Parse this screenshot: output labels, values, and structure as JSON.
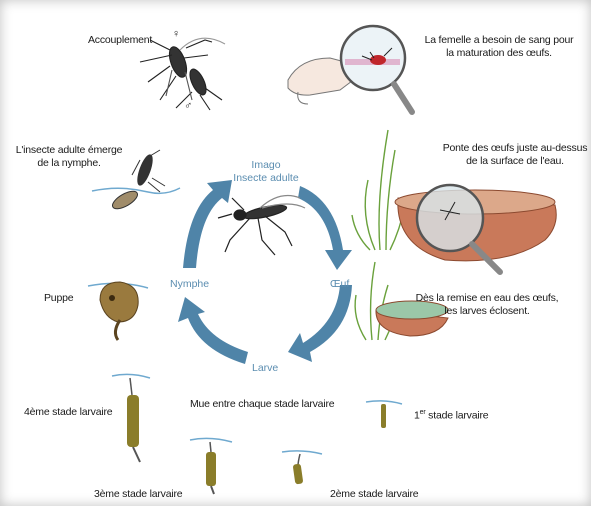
{
  "labels": {
    "mating": "Accouplement",
    "female_symbol": "♀",
    "male_symbol": "♂",
    "blood_line1": "La femelle a besoin de sang pour",
    "blood_line2": "la maturation des œufs.",
    "emerge_line1": "L'insecte adulte émerge",
    "emerge_line2": "de la nymphe.",
    "laying_line1": "Ponte des œufs juste au-dessus",
    "laying_line2": "de la surface de l'eau.",
    "hatch_line1": "Dès la remise en eau des œufs,",
    "hatch_line2": "les larves éclosent.",
    "pupa": "Puppe",
    "molt": "Mue entre chaque stade larvaire",
    "stage4": "4ème stade larvaire",
    "stage3": "3ème stade larvaire",
    "stage2": "2ème stade larvaire",
    "stage1_num": "1",
    "stage1_sup": "er",
    "stage1_text": " stade larvaire"
  },
  "cycle": {
    "imago_line1": "Imago",
    "imago_line2": "Insecte adulte",
    "egg": "Œuf",
    "larva": "Larve",
    "nymph": "Nymphe"
  },
  "colors": {
    "arrow": "#4f84a8",
    "stage_text": "#5b8db0",
    "water": "#6fa9cf",
    "basin": "#c9795a",
    "grass": "#6aa13c",
    "larva": "#8a7d2a"
  }
}
